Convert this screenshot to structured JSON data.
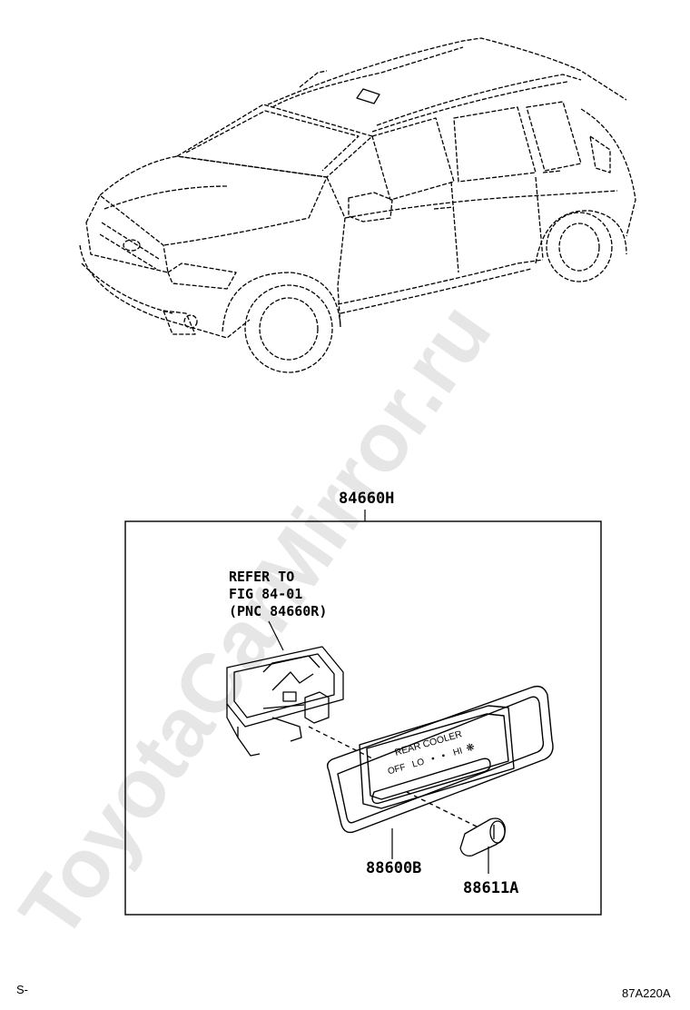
{
  "watermark": "ToyotaCarMirror.ru",
  "assembly": {
    "part_number": "84660H"
  },
  "reference_note": {
    "line1": "REFER TO",
    "line2": "FIG 84-01",
    "line3": "(PNC 84660R)"
  },
  "panel": {
    "title": "REAR COOLER",
    "positions": [
      "OFF",
      "LO",
      "•",
      "•",
      "HI"
    ],
    "fan_symbol": "❋"
  },
  "parts": [
    {
      "part_number": "88600B"
    },
    {
      "part_number": "88611A"
    }
  ],
  "footer": {
    "left": "S-",
    "right": "87A220A"
  }
}
